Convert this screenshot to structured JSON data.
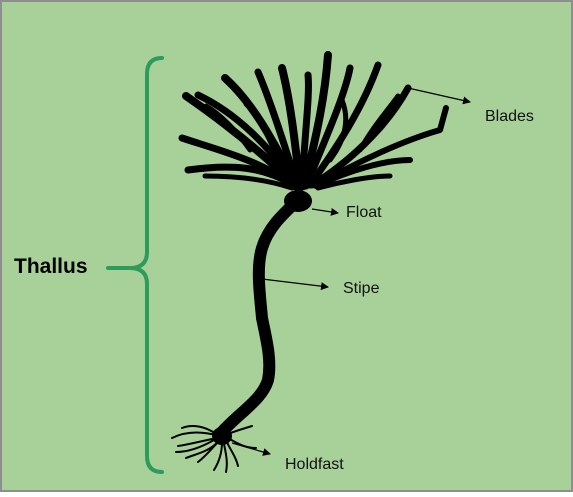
{
  "diagram": {
    "title": "",
    "group_label": "Thallus",
    "parts": {
      "blades": "Blades",
      "float": "Float",
      "stipe": "Stipe",
      "holdfast": "Holdfast"
    }
  },
  "colors": {
    "background": "#a8d19a",
    "border": "#8e8e8e",
    "bracket": "#2e9a5c",
    "kelp": "#000000"
  }
}
